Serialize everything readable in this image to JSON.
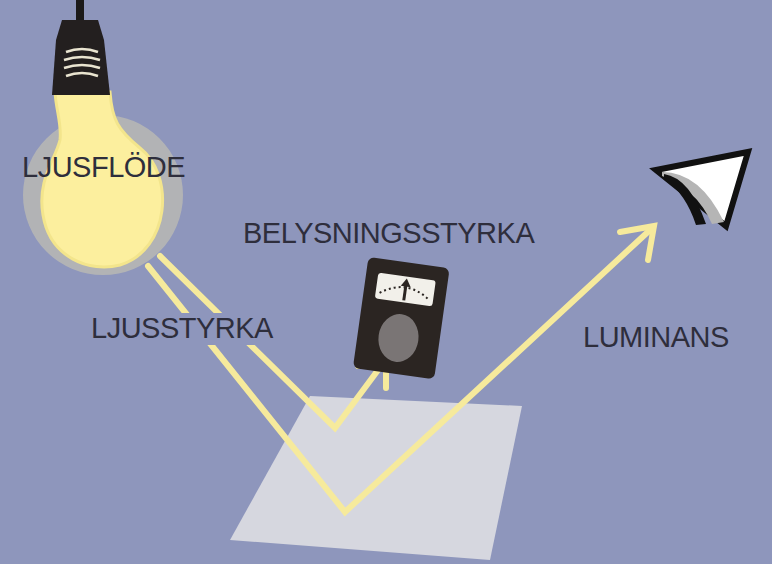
{
  "diagram": {
    "labels": [
      "LJUSFLÖDE",
      "BELYSNINGSSTYRKA",
      "LJUSSTYRKA",
      "LUMINANS"
    ]
  }
}
